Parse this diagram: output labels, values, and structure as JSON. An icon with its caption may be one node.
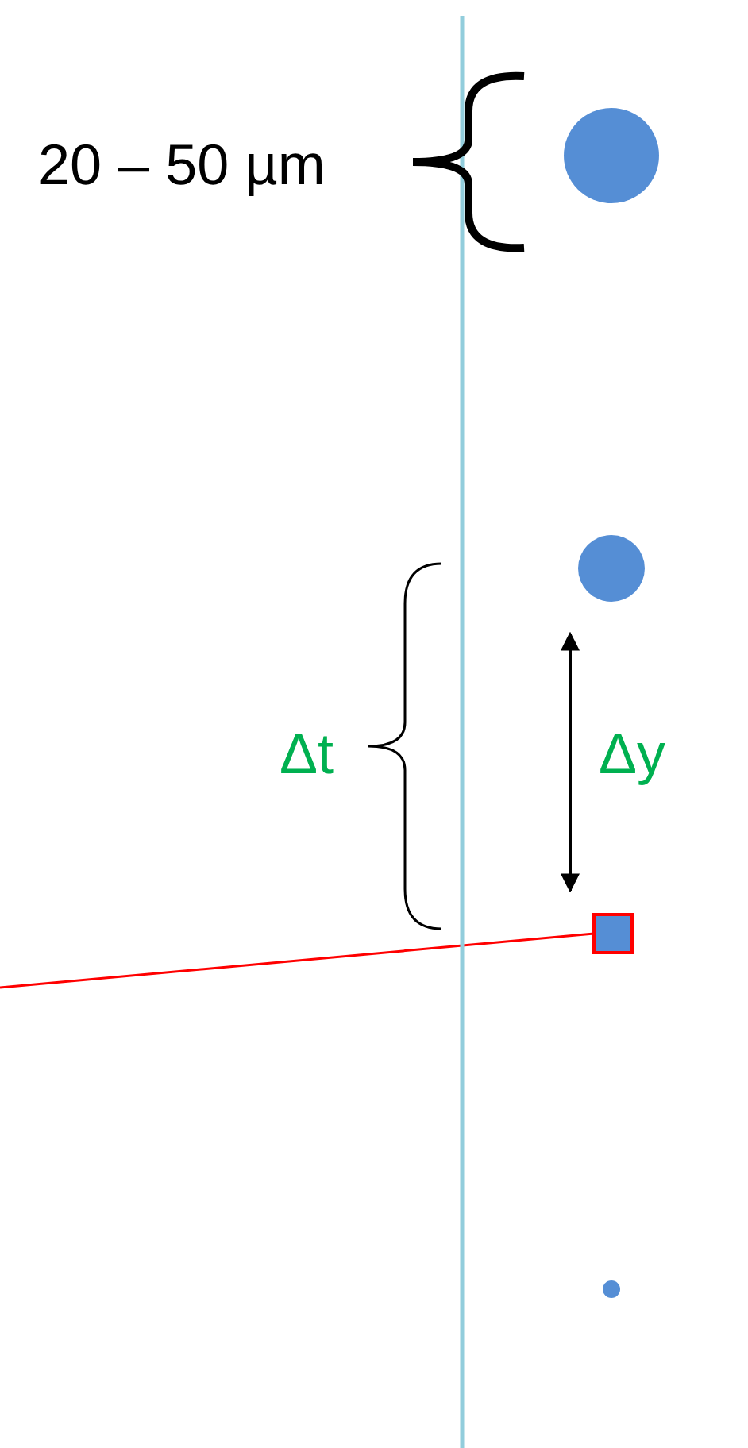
{
  "diagram": {
    "nodes": [
      {
        "text": [],
        "shape": "circle"
      },
      {
        "text": [],
        "shape": "circle"
      },
      {
        "text": [],
        "shape": "box"
      },
      {
        "text": [],
        "shape": "circle"
      }
    ],
    "edges": [
      {
        "from": null,
        "to": 2,
        "arrow": "none",
        "color": "#ff0000"
      }
    ],
    "labels": [
      "20 – 50 µm",
      "Δt",
      "Δy"
    ]
  }
}
